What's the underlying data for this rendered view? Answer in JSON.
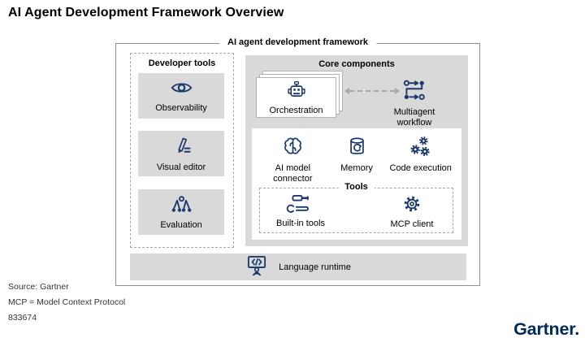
{
  "page": {
    "title": "AI Agent Development Framework Overview"
  },
  "framework": {
    "label": "AI agent development framework",
    "developer_tools": {
      "title": "Developer tools",
      "items": [
        {
          "label": "Observability",
          "icon": "eye-icon"
        },
        {
          "label": "Visual editor",
          "icon": "pencil-edit-icon"
        },
        {
          "label": "Evaluation",
          "icon": "hierarchy-tree-icon"
        }
      ]
    },
    "core_components": {
      "title": "Core components",
      "orchestration": {
        "label": "Orchestration",
        "icon": "robot-icon"
      },
      "multiagent": {
        "label": "Multiagent workflow",
        "icon": "workflow-nodes-icon"
      },
      "components": [
        {
          "label": "AI model connector",
          "icon": "brain-icon"
        },
        {
          "label": "Memory",
          "icon": "database-sync-icon"
        },
        {
          "label": "Code execution",
          "icon": "gears-icon"
        }
      ],
      "tools": {
        "title": "Tools",
        "items": [
          {
            "label": "Built-in tools",
            "icon": "wrench-screwdriver-icon"
          },
          {
            "label": "MCP client",
            "icon": "gear-icon"
          }
        ]
      }
    },
    "language_runtime": {
      "label": "Language runtime",
      "icon": "code-presenter-icon"
    }
  },
  "footer": {
    "source": "Source: Gartner",
    "note": "MCP = Model Context Protocol",
    "doc_number": "833674"
  },
  "logo": {
    "text": "Gartner."
  },
  "colors": {
    "accent": "#1b3a6b",
    "logo_navy": "#00295c",
    "panel_gray": "#d9d9d9"
  }
}
